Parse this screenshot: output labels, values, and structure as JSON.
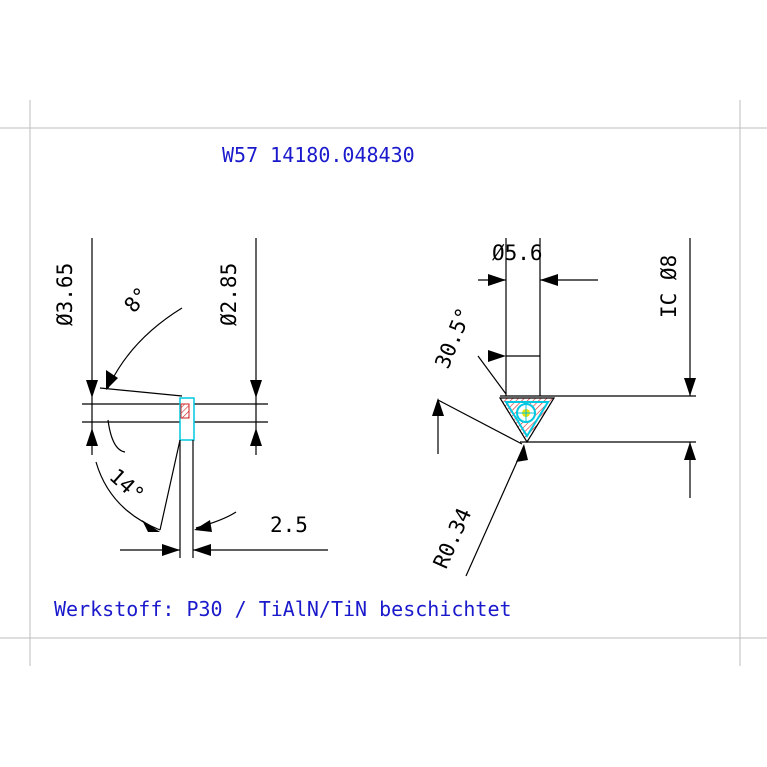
{
  "drawing": {
    "title": "W57 14180.048430",
    "material": "Werkstoff: P30 / TiAlN/TiN beschichtet",
    "title_color": "#1a1acc",
    "line_color": "#000000",
    "frame_color": "#bdbdbd",
    "hatch_color": "#d02020",
    "cyan_color": "#00c8e0",
    "yellow_color": "#f0e000"
  },
  "side_view": {
    "dia_outer": "Ø3.65",
    "dia_inner": "Ø2.85",
    "angle_top": "8°",
    "angle_bottom": "14°",
    "width": "2.5"
  },
  "front_view": {
    "dia_bore": "Ø5.6",
    "angle": "30.5°",
    "ic": "IC Ø8",
    "radius": "R0.34"
  }
}
